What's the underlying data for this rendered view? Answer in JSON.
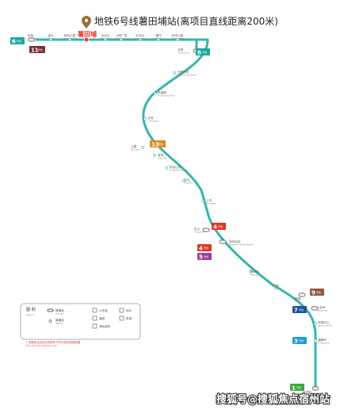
{
  "title": "地铁6号线薯田埔站(离项目直线距离200米)",
  "current_station": "薯田埔",
  "watermark": "搜狐号@搜狐焦点宿州站",
  "colors": {
    "line6": "#35b5ad",
    "current": "#e8352b",
    "pin": "#a0703c"
  },
  "line_badges": [
    {
      "id": "b6a",
      "num": "6",
      "label": "号线",
      "color": "#1fa89e"
    },
    {
      "id": "b11",
      "num": "11",
      "label": "号线",
      "color": "#7a2e3a"
    },
    {
      "id": "b6b",
      "num": "6",
      "label": "号线",
      "color": "#1fa89e"
    },
    {
      "id": "b13",
      "num": "13",
      "label": "号线",
      "color": "#e38a22"
    },
    {
      "id": "b4a",
      "num": "4",
      "label": "号线",
      "color": "#d83a2a"
    },
    {
      "id": "b4b",
      "num": "4",
      "label": "号线",
      "color": "#d83a2a"
    },
    {
      "id": "b5",
      "num": "5",
      "label": "号线",
      "color": "#9c3f96"
    },
    {
      "id": "b9",
      "num": "9",
      "label": "号线",
      "color": "#8e5a4c"
    },
    {
      "id": "b7",
      "num": "7",
      "label": "号线",
      "color": "#1f4fa6"
    },
    {
      "id": "b3",
      "num": "3",
      "label": "号线",
      "color": "#1e9bd8"
    },
    {
      "id": "b1",
      "num": "1",
      "label": "号线",
      "color": "#3aa83c"
    }
  ],
  "stations": [
    {
      "name": "松岗",
      "en": "Songgang"
    },
    {
      "name": "溪头",
      "en": "Xitou"
    },
    {
      "name": "松岗公园",
      "en": "Songgang Park"
    },
    {
      "name": "薯田埔",
      "en": "Shutianpu"
    },
    {
      "name": "合水口",
      "en": "Heshuikou"
    },
    {
      "name": "公明广场",
      "en": "Gongming Square"
    },
    {
      "name": "红花山",
      "en": "Honghuashan"
    },
    {
      "name": "楼村",
      "en": "Loucun"
    },
    {
      "name": "科学公园",
      "en": "Science Park"
    },
    {
      "name": "光明",
      "en": "Guangming"
    },
    {
      "name": "光明大街",
      "en": "Guangming Street"
    },
    {
      "name": "凤凰城",
      "en": "Fenghuang Town"
    },
    {
      "name": "长圳",
      "en": "Changzhen"
    },
    {
      "name": "上屋",
      "en": "Shangwu"
    },
    {
      "name": "官田",
      "en": "Guantian"
    },
    {
      "name": "阳台山东",
      "en": "Yangtaishan East"
    },
    {
      "name": "元芬",
      "en": "Yuanfen"
    },
    {
      "name": "上芬",
      "en": "Shangfen"
    },
    {
      "name": "红山",
      "en": "Hongshan"
    },
    {
      "name": "深圳北站",
      "en": "Shenzhen North Station"
    },
    {
      "name": "梅林关",
      "en": "Meilinguan"
    },
    {
      "name": "翰岭",
      "en": "Hanling"
    },
    {
      "name": "银湖",
      "en": "Yinhu"
    },
    {
      "name": "八卦岭",
      "en": "Bagualing"
    },
    {
      "name": "体育中心",
      "en": "Sports Center"
    },
    {
      "name": "通新岭",
      "en": "Tongxinling"
    },
    {
      "name": "科学馆",
      "en": "Science Museum"
    }
  ],
  "legend": {
    "title": "图 例",
    "title_en": "Legend",
    "items": [
      {
        "name": "换乘站",
        "en": "Transfer"
      },
      {
        "name": "普通站",
        "en": "Station"
      },
      {
        "name": "火车站",
        "en": "Railway"
      },
      {
        "name": "高铁",
        "en": "HSR"
      },
      {
        "name": "有轨电车",
        "en": "Tram"
      },
      {
        "name": "码头",
        "en": "Pier"
      },
      {
        "name": "机场",
        "en": "Airport"
      }
    ],
    "note": "* 本图标注站名仅供参考,不作为实际线路依据",
    "note_en": "This map is for reference only"
  }
}
